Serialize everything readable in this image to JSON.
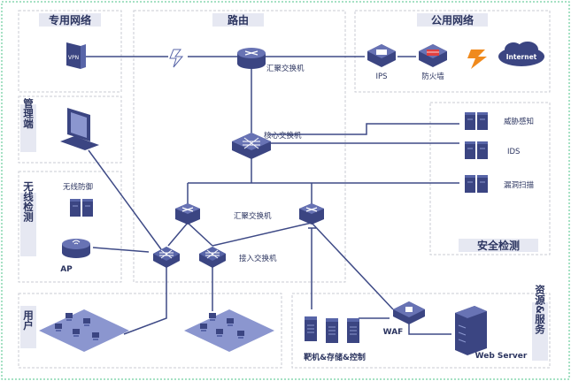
{
  "colors": {
    "outer_border": "#4cc38a",
    "zone_border": "#c9cbd3",
    "zone_fill": "#ffffff",
    "title_fill": "#e6e8f2",
    "line": "#3e4a86",
    "device_dark": "#3b4582",
    "device_mid": "#5865a8",
    "device_light": "#8b96cf",
    "fire": "#f08a1d"
  },
  "zones": {
    "private_network": "专用网络",
    "routing": "路由",
    "public_network": "公用网络",
    "management": "管理端",
    "wireless_detection": "无线检测",
    "users": "用户",
    "security_detection": "安全检测",
    "resources_services": "资源&服务"
  },
  "nodes": {
    "vpn": "VPN",
    "aggregation_switch_top": "汇聚交换机",
    "ips": "IPS",
    "firewall": "防火墙",
    "internet": "Internet",
    "core_switch": "核心交换机",
    "threat_awareness": "威胁感知",
    "ids": "IDS",
    "vulnerability_scan": "漏洞扫描",
    "wireless_defense": "无线防御",
    "ap": "AP",
    "aggregation_switch_mid": "汇聚交换机",
    "access_switch": "接入交换机",
    "waf": "WAF",
    "target_storage_control": "靶机&存储&控制",
    "web_server": "Web Server"
  }
}
